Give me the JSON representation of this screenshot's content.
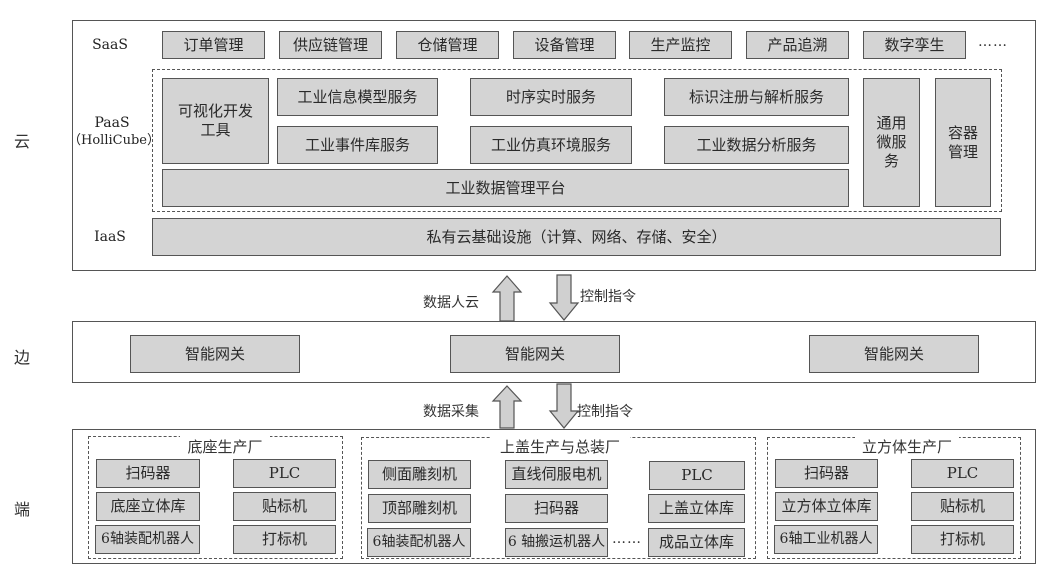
{
  "tiers": {
    "cloud": "云",
    "edge": "边",
    "end": "端"
  },
  "cloud": {
    "saas_label": "SaaS",
    "paas_label_1": "PaaS",
    "paas_label_2": "（HolliCube）",
    "iaas_label": "IaaS",
    "saas_items": [
      "订单管理",
      "供应链管理",
      "仓储管理",
      "设备管理",
      "生产监控",
      "产品追溯",
      "数字孪生"
    ],
    "saas_more": "……",
    "paas": {
      "visual_tool": "可视化开发工具",
      "info_model": "工业信息模型服务",
      "timeseries": "时序实时服务",
      "identifier": "标识注册与解析服务",
      "event_lib": "工业事件库服务",
      "simulation": "工业仿真环境服务",
      "analysis": "工业数据分析服务",
      "data_platform": "工业数据管理平台",
      "microservice": "通用微服务",
      "container": "容器管理"
    },
    "iaas_item": "私有云基础设施（计算、网络、存储、安全）"
  },
  "flows": {
    "cloud_up": "数据人云",
    "cloud_down": "控制指令",
    "edge_up": "数据采集",
    "edge_down": "控制指令"
  },
  "edge": {
    "gateways": [
      "智能网关",
      "智能网关",
      "智能网关"
    ]
  },
  "end": {
    "factories": [
      {
        "title": "底座生产厂",
        "items": [
          "扫码器",
          "PLC",
          "底座立体库",
          "贴标机",
          "6轴装配机器人",
          "打标机"
        ]
      },
      {
        "title": "上盖生产与总装厂",
        "items": [
          "侧面雕刻机",
          "直线伺服电机",
          "PLC",
          "顶部雕刻机",
          "扫码器",
          "上盖立体库",
          "6轴装配机器人",
          "6 轴搬运机器人",
          "成品立体库"
        ],
        "more": "……"
      },
      {
        "title": "立方体生产厂",
        "items": [
          "扫码器",
          "PLC",
          "立方体立体库",
          "贴标机",
          "6轴工业机器人",
          "打标机"
        ]
      }
    ]
  }
}
